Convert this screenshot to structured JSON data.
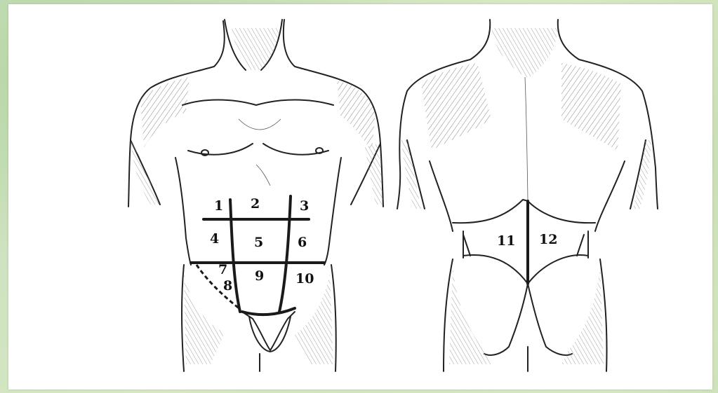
{
  "front_regions": [
    "1",
    "2",
    "3",
    "4",
    "5",
    "6",
    "7",
    "8",
    "9",
    "10"
  ],
  "back_regions": [
    "11",
    "12"
  ]
}
